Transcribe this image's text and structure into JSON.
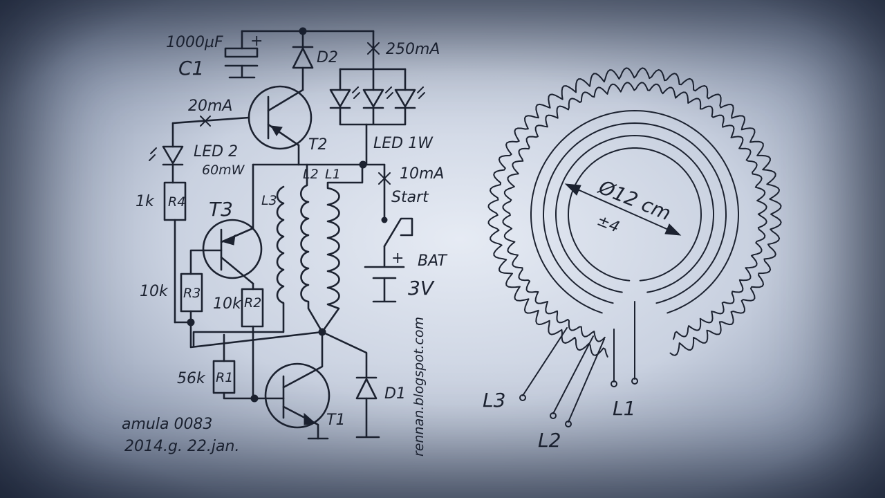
{
  "schematic": {
    "c1_value": "1000µF",
    "c1_name": "C1",
    "d2": "D2",
    "current_250": "250mA",
    "current_20": "20mA",
    "t2": "T2",
    "led1w": "LED 1W",
    "led2": "LED 2",
    "led2_power": "60mW",
    "l2": "L2",
    "l1": "L1",
    "current_10": "10mA",
    "start": "Start",
    "l3": "L3",
    "r4_value": "1k",
    "r4": "R4",
    "t3": "T3",
    "bat": "BAT",
    "bat_plus": "+",
    "c1_plus": "+",
    "voltage": "3V",
    "r3_value": "10k",
    "r3": "R3",
    "r2_value": "10k",
    "r2": "R2",
    "r1_value": "56k",
    "r1": "R1",
    "d1": "D1",
    "t1": "T1",
    "author": "amula 0083",
    "date": "2014.g. 22.jan.",
    "website": "rennan.blogspot.com"
  },
  "coil": {
    "diameter": "Ø12 cm",
    "tolerance": "±4",
    "l3": "L3",
    "l2": "L2",
    "l1": "L1"
  }
}
